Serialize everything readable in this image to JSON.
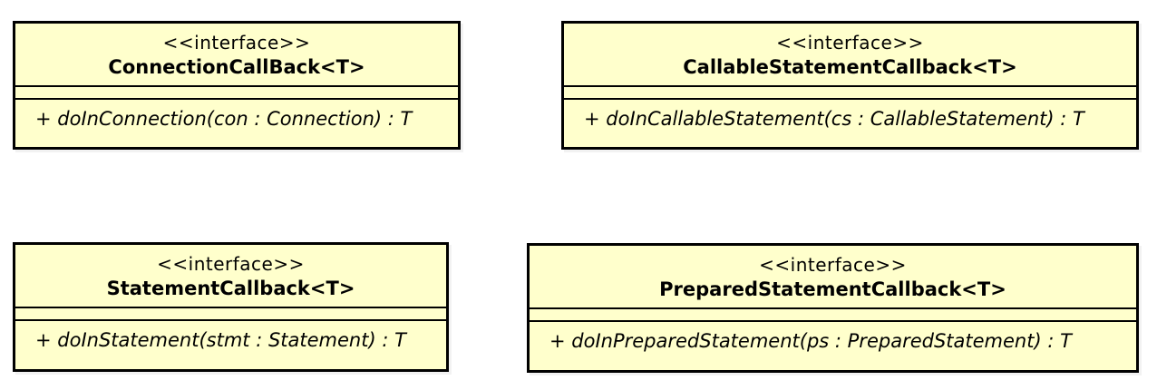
{
  "classes": [
    {
      "stereotype": "<<interface>>",
      "name": "ConnectionCallBack<T>",
      "operations": [
        "+ doInConnection(con : Connection) : T"
      ]
    },
    {
      "stereotype": "<<interface>>",
      "name": "CallableStatementCallback<T>",
      "operations": [
        "+ doInCallableStatement(cs : CallableStatement) : T"
      ]
    },
    {
      "stereotype": "<<interface>>",
      "name": "StatementCallback<T>",
      "operations": [
        "+ doInStatement(stmt : Statement) : T"
      ]
    },
    {
      "stereotype": "<<interface>>",
      "name": "PreparedStatementCallback<T>",
      "operations": [
        "+ doInPreparedStatement(ps : PreparedStatement) : T"
      ]
    }
  ],
  "colors": {
    "class_fill": "#ffffcc",
    "border": "#000000",
    "background": "#ffffff"
  }
}
